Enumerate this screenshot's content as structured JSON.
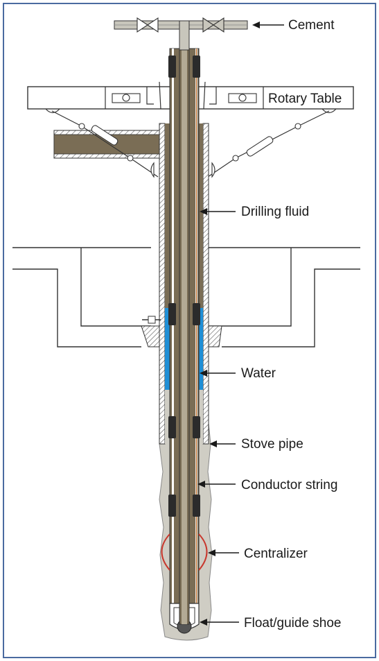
{
  "labels": {
    "cement": "Cement",
    "rotary_table": "Rotary Table",
    "drilling_fluid": "Drilling fluid",
    "water": "Water",
    "stove_pipe": "Stove pipe",
    "conductor_string": "Conductor string",
    "centralizer": "Centralizer",
    "float_guide_shoe": "Float/guide shoe"
  },
  "colors": {
    "frame_border": "#4a6aa0",
    "drilling_fluid": "#7a6d55",
    "water": "#1f8fd6",
    "cement_slurry": "#cfcdc4",
    "coupling": "#2b2b2b",
    "centralizer": "#c8382e",
    "line": "#333333"
  }
}
